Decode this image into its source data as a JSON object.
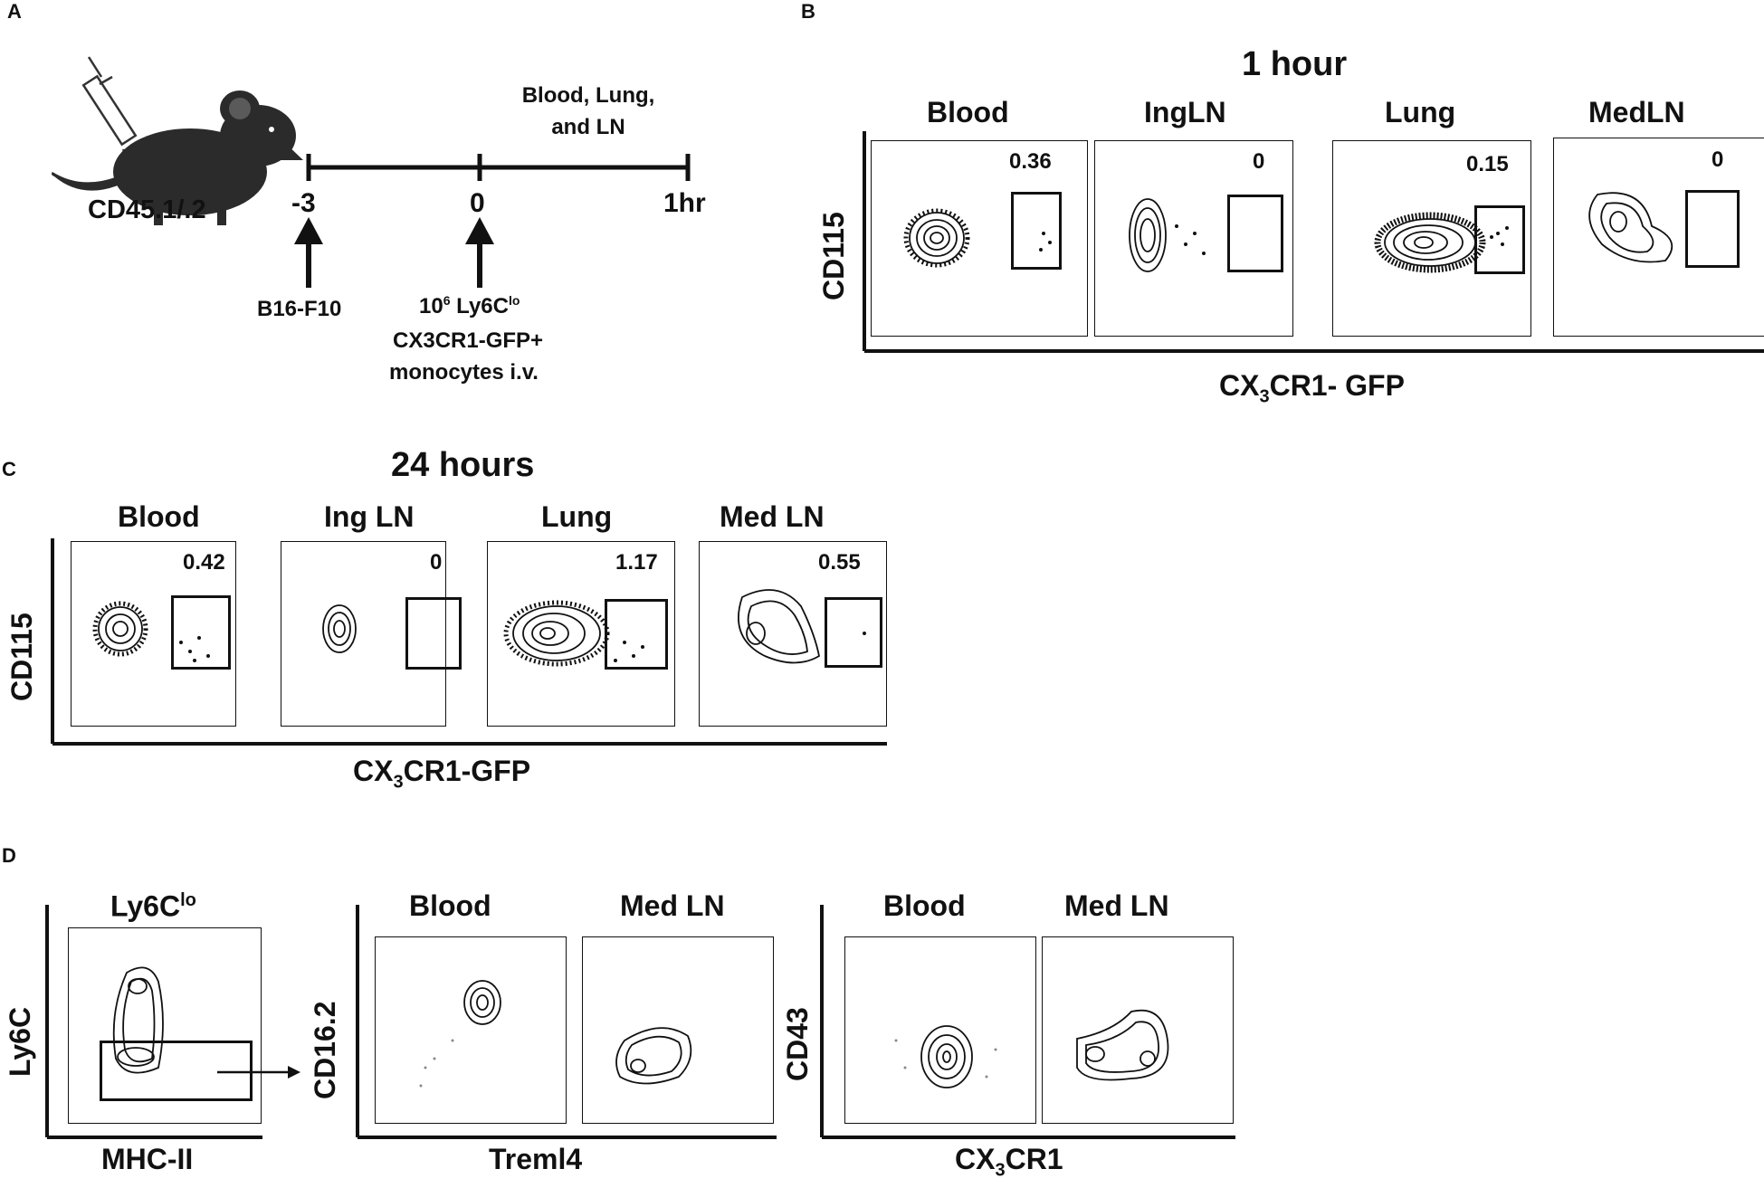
{
  "panels": {
    "A": {
      "letter": "A",
      "mouse_label": "CD45.1/.2",
      "harvest_label_line1": "Blood, Lung,",
      "harvest_label_line2": "and LN",
      "ticks": [
        "-3",
        "0",
        "1hr"
      ],
      "event1": "B16-F10",
      "event2_line1_base": "10",
      "event2_line1_sup": "6",
      "event2_line1_rest": " Ly6C",
      "event2_line1_sup2": "lo",
      "event2_line2": "CX3CR1-GFP+",
      "event2_line3": "monocytes i.v."
    },
    "B": {
      "letter": "B",
      "title": "1 hour",
      "y_label": "CD115",
      "x_label_pre": "CX",
      "x_label_sub": "3",
      "x_label_post": "CR1- GFP",
      "plots": [
        {
          "tissue": "Blood",
          "value": "0.36"
        },
        {
          "tissue": "IngLN",
          "value": "0"
        },
        {
          "tissue": "Lung",
          "value": "0.15"
        },
        {
          "tissue": "MedLN",
          "value": "0"
        }
      ]
    },
    "C": {
      "letter": "C",
      "title": "24 hours",
      "y_label": "CD115",
      "x_label_pre": "CX",
      "x_label_sub": "3",
      "x_label_post": "CR1-GFP",
      "plots": [
        {
          "tissue": "Blood",
          "value": "0.42"
        },
        {
          "tissue": "Ing LN",
          "value": "0"
        },
        {
          "tissue": "Lung",
          "value": "1.17"
        },
        {
          "tissue": "Med LN",
          "value": "0.55"
        }
      ]
    },
    "D": {
      "letter": "D",
      "gate_title_base": "Ly6C",
      "gate_title_sup": "lo",
      "gate_y": "Ly6C",
      "gate_x": "MHC-II",
      "group1_y": "CD16.2",
      "group1_x": "Treml4",
      "group1_plots": [
        "Blood",
        "Med LN"
      ],
      "group2_y": "CD43",
      "group2_x_pre": "CX",
      "group2_x_sub": "3",
      "group2_x_post": "CR1",
      "group2_plots": [
        "Blood",
        "Med LN"
      ]
    }
  },
  "colors": {
    "ink": "#111111",
    "mouse": "#2b2b2b",
    "background": "#ffffff"
  }
}
